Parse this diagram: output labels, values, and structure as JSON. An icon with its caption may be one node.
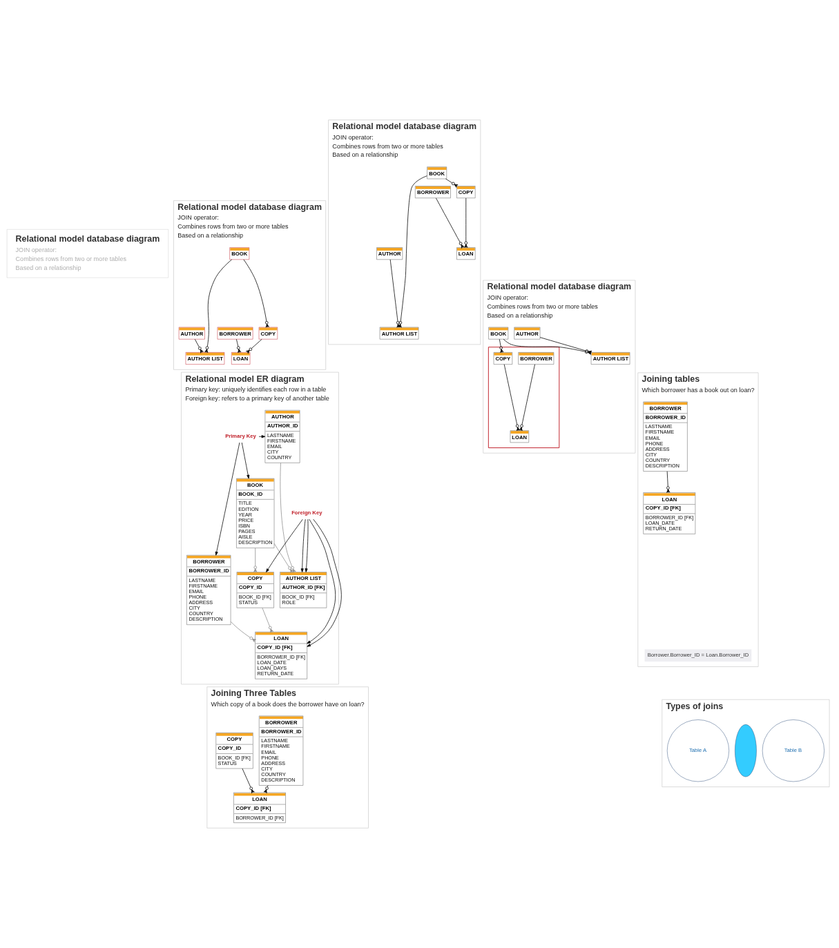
{
  "diagram": {
    "nodes": [
      {
        "text": [
          "Relational model database diagram",
          "JOIN operator:",
          "Combines rows from two or more tables",
          "Based on a relationship"
        ]
      },
      {
        "text": [
          "Relational model database diagram",
          "JOIN operator:",
          "Combines rows from two or more tables",
          "Based on a relationship"
        ]
      },
      {
        "text": [
          "AUTHOR"
        ],
        "in": 1
      },
      {
        "text": [
          "BOOK"
        ],
        "in": 1
      },
      {
        "text": [
          "BORROWER"
        ],
        "in": 1
      },
      {
        "text": [
          "COPY"
        ],
        "in": 1
      },
      {
        "text": [
          "AUTHOR LIST"
        ],
        "in": 1
      },
      {
        "text": [
          "LOAN"
        ],
        "in": 1
      },
      {
        "text": [
          "Relational model database diagram",
          "JOIN operator:",
          "Combines rows from two or more tables",
          "Based on a relationship"
        ]
      },
      {
        "text": [
          "AUTHOR"
        ],
        "in": 8
      },
      {
        "text": [
          "BOOK"
        ],
        "in": 8
      },
      {
        "text": [
          "BORROWER"
        ],
        "in": 8
      },
      {
        "text": [
          "COPY"
        ],
        "in": 8
      },
      {
        "text": [
          "AUTHOR LIST"
        ],
        "in": 8
      },
      {
        "text": [
          "LOAN"
        ],
        "in": 8
      },
      {
        "text": [
          "Relational model database diagram",
          "JOIN operator:",
          "Combines rows from two or more tables",
          "Based on a relationship"
        ]
      },
      {
        "text": [
          "AUTHOR"
        ],
        "in": 15
      },
      {
        "text": [
          "BOOK"
        ],
        "in": 15
      },
      {
        "text": [],
        "shape": "box",
        "in": 15
      },
      {
        "text": [
          "BORROWER"
        ],
        "in": 18
      },
      {
        "text": [
          "COPY"
        ],
        "in": 18
      },
      {
        "text": [
          "LOAN"
        ],
        "in": 18
      },
      {
        "text": [
          "AUTHOR LIST"
        ],
        "in": 15
      },
      {
        "text": [
          "Relational model ER diagram",
          "Primary key: uniquely identifies each row in a table",
          "Foreign key: refers to a primary key of another table"
        ]
      },
      {
        "text": [
          "Primary Key"
        ],
        "in": 23
      },
      {
        "text": [
          "AUTHOR",
          "AUTHOR_ID",
          "LASTNAME",
          "FIRSTNAME",
          "EMAIL",
          "CITY",
          "COUNTRY"
        ],
        "in": 23
      },
      {
        "text": [
          "BOOK",
          "BOOK_ID",
          "TITLE",
          "EDITION",
          "YEAR",
          "PRICE",
          "ISBN",
          "PAGES",
          "AISLE",
          "DESCRIPTION"
        ],
        "in": 23
      },
      {
        "text": [
          "BORROWER",
          "BORROWER_ID",
          "LASTNAME",
          "FIRSTNAME",
          "EMAIL",
          "PHONE",
          "ADDRESS",
          "CITY",
          "COUNTRY",
          "DESCRIPTION"
        ],
        "in": 23
      },
      {
        "text": [
          "Foreign Key"
        ],
        "in": 23
      },
      {
        "text": [
          "AUTHOR LIST",
          "AUTHOR_ID [FK]",
          "BOOK_ID [FK]",
          "ROLE"
        ],
        "in": 23
      },
      {
        "text": [
          "COPY",
          "COPY_ID",
          "BOOK_ID [FK]",
          "STATUS"
        ],
        "in": 23
      },
      {
        "text": [
          "LOAN",
          "COPY_ID [FK]",
          "BORROWER_ID [FK]",
          "LOAN_DATE",
          "LOAN_DAYS",
          "RETURN_DATE"
        ],
        "in": 23
      },
      {
        "text": [
          "Joining tables",
          "Which borrower has a book out on loan?"
        ]
      },
      {
        "text": [
          "BORROWER",
          "BORROWER_ID",
          "LASTNAME",
          "FIRSTNAME",
          "EMAIL",
          "PHONE",
          "ADDRESS",
          "CITY",
          "COUNTRY",
          "DESCRIPTION"
        ],
        "in": 32
      },
      {
        "text": [
          "LOAN",
          "COPY_ID [FK]",
          "BORROWER_ID [FK]",
          "LOAN_DATE",
          "RETURN_DATE"
        ],
        "in": 32
      },
      {
        "text": [
          "Borrower.Borrower_ID = Loan.Borrower_ID"
        ],
        "in": 32
      },
      {
        "text": [
          "Joining Three Tables",
          "Which copy of a book does the borrower have on loan?"
        ]
      },
      {
        "text": [
          "BORROWER",
          "BORROWER_ID",
          "LASTNAME",
          "FIRSTNAME",
          "EMAIL",
          "PHONE",
          "ADDRESS",
          "CITY",
          "COUNTRY",
          "DESCRIPTION"
        ],
        "in": 36
      },
      {
        "text": [
          "LOAN",
          "COPY_ID [FK]",
          "BORROWER_ID [FK]"
        ],
        "in": 36
      },
      {
        "text": [
          "COPY",
          "COPY_ID",
          "BOOK_ID [FK]",
          "STATUS"
        ],
        "in": 36
      },
      {
        "text": [
          "Types of joins"
        ]
      },
      {
        "text": [
          "Table A"
        ],
        "in": 40
      },
      {
        "text": [],
        "shape": "lens",
        "in": 40
      },
      {
        "text": [
          "Table B"
        ],
        "in": 40
      }
    ],
    "edges": [
      {
        "from": 2,
        "to": 6,
        "arrow": "other"
      },
      {
        "from": 3,
        "to": 6,
        "arrow": "other"
      },
      {
        "from": 3,
        "to": 5,
        "arrow": "other"
      },
      {
        "from": 4,
        "to": 7,
        "arrow": "other"
      },
      {
        "from": 5,
        "to": 7,
        "arrow": "other"
      },
      {
        "from": 9,
        "to": 13,
        "arrow": "other"
      },
      {
        "from": 10,
        "to": 13,
        "arrow": "other"
      },
      {
        "from": 10,
        "to": 12,
        "arrow": "other"
      },
      {
        "from": 11,
        "to": 14,
        "arrow": "other"
      },
      {
        "from": 12,
        "to": 14,
        "arrow": "other"
      },
      {
        "from": 16,
        "to": 22,
        "arrow": "other"
      },
      {
        "from": 17,
        "to": 22,
        "arrow": "other"
      },
      {
        "from": 17,
        "to": 20,
        "arrow": "other"
      },
      {
        "from": 19,
        "to": 21,
        "arrow": "other"
      },
      {
        "from": 20,
        "to": 21,
        "arrow": "other"
      },
      {
        "from": 24,
        "to": 25,
        "arrow": "to"
      },
      {
        "from": 24,
        "to": 26,
        "arrow": "to"
      },
      {
        "from": 24,
        "to": 27,
        "arrow": "to"
      },
      {
        "from": 25,
        "to": 29,
        "arrow": "other",
        "color": "#8c8c8c"
      },
      {
        "from": 26,
        "to": 29,
        "arrow": "other",
        "color": "#8c8c8c"
      },
      {
        "from": 26,
        "to": 30,
        "arrow": "other",
        "color": "#8c8c8c"
      },
      {
        "from": 27,
        "to": 31,
        "arrow": "other",
        "color": "#8c8c8c"
      },
      {
        "from": 30,
        "to": 31,
        "arrow": "other",
        "color": "#8c8c8c"
      },
      {
        "from": 28,
        "to": 29,
        "arrow": "to"
      },
      {
        "from": 28,
        "to": 29,
        "arrow": "to"
      },
      {
        "from": 28,
        "to": 30,
        "arrow": "to"
      },
      {
        "from": 28,
        "to": 31,
        "arrow": "to"
      },
      {
        "from": 28,
        "to": 31,
        "arrow": "to"
      },
      {
        "from": 33,
        "to": 34,
        "arrow": "other"
      },
      {
        "from": 37,
        "to": 38,
        "arrow": "other"
      },
      {
        "from": 39,
        "to": 38,
        "arrow": "other"
      }
    ]
  }
}
